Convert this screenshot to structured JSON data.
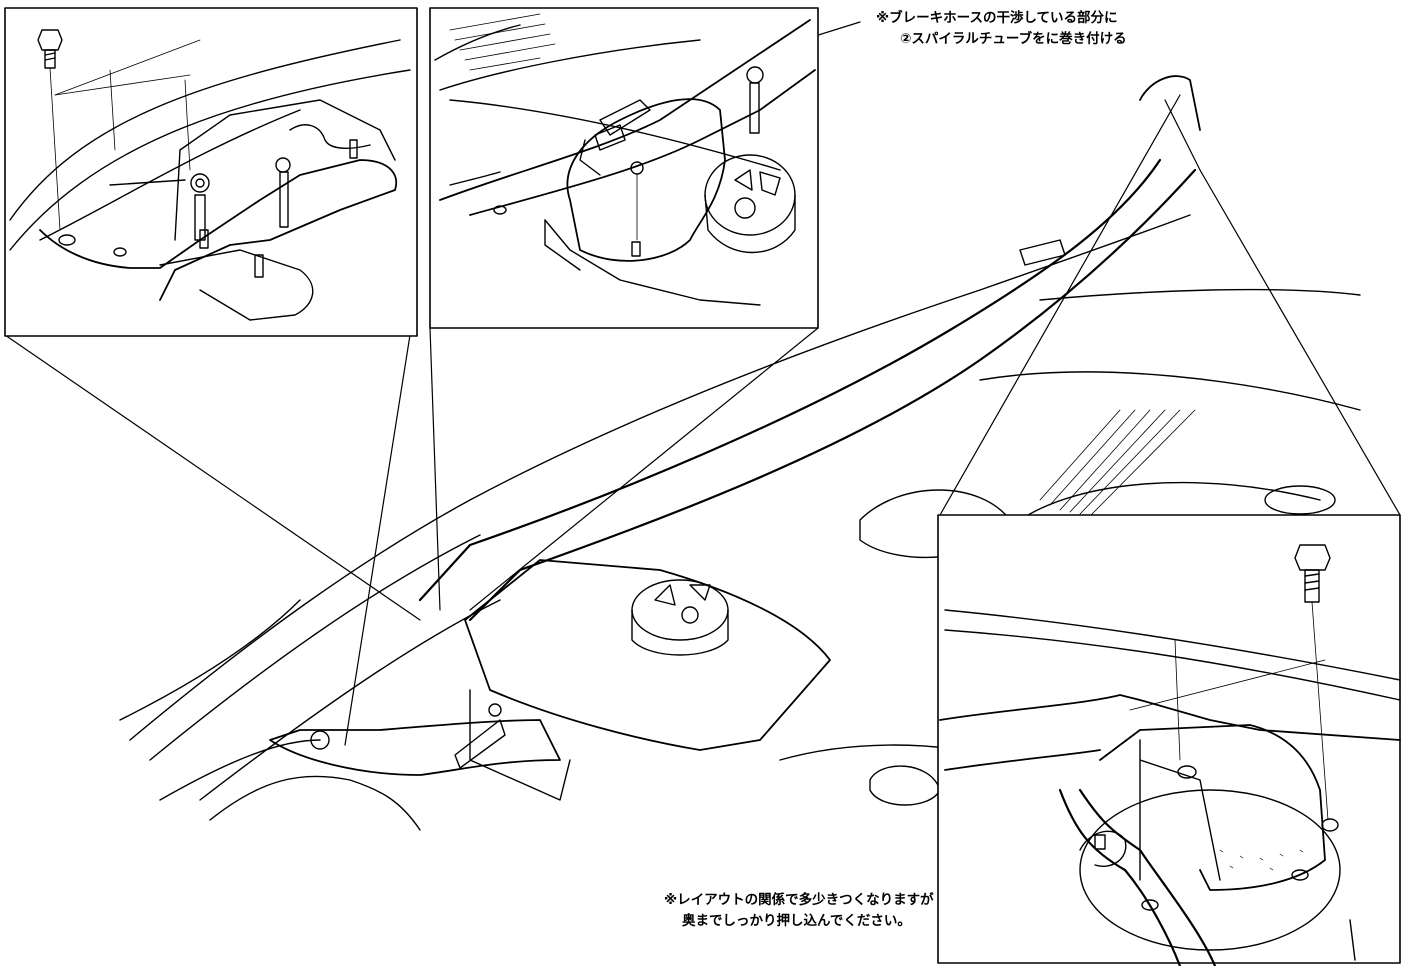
{
  "annotations": {
    "top": {
      "line1": "※ブレーキホースの干渉している部分に",
      "line2": "②スパイラルチューブをに巻き付ける"
    },
    "bottom": {
      "line1": "※レイアウトの関係で多少きつくなりますが",
      "line2": "奥までしっかり押し込んでください。"
    }
  },
  "colors": {
    "ink": "#000000",
    "paper": "#ffffff"
  }
}
